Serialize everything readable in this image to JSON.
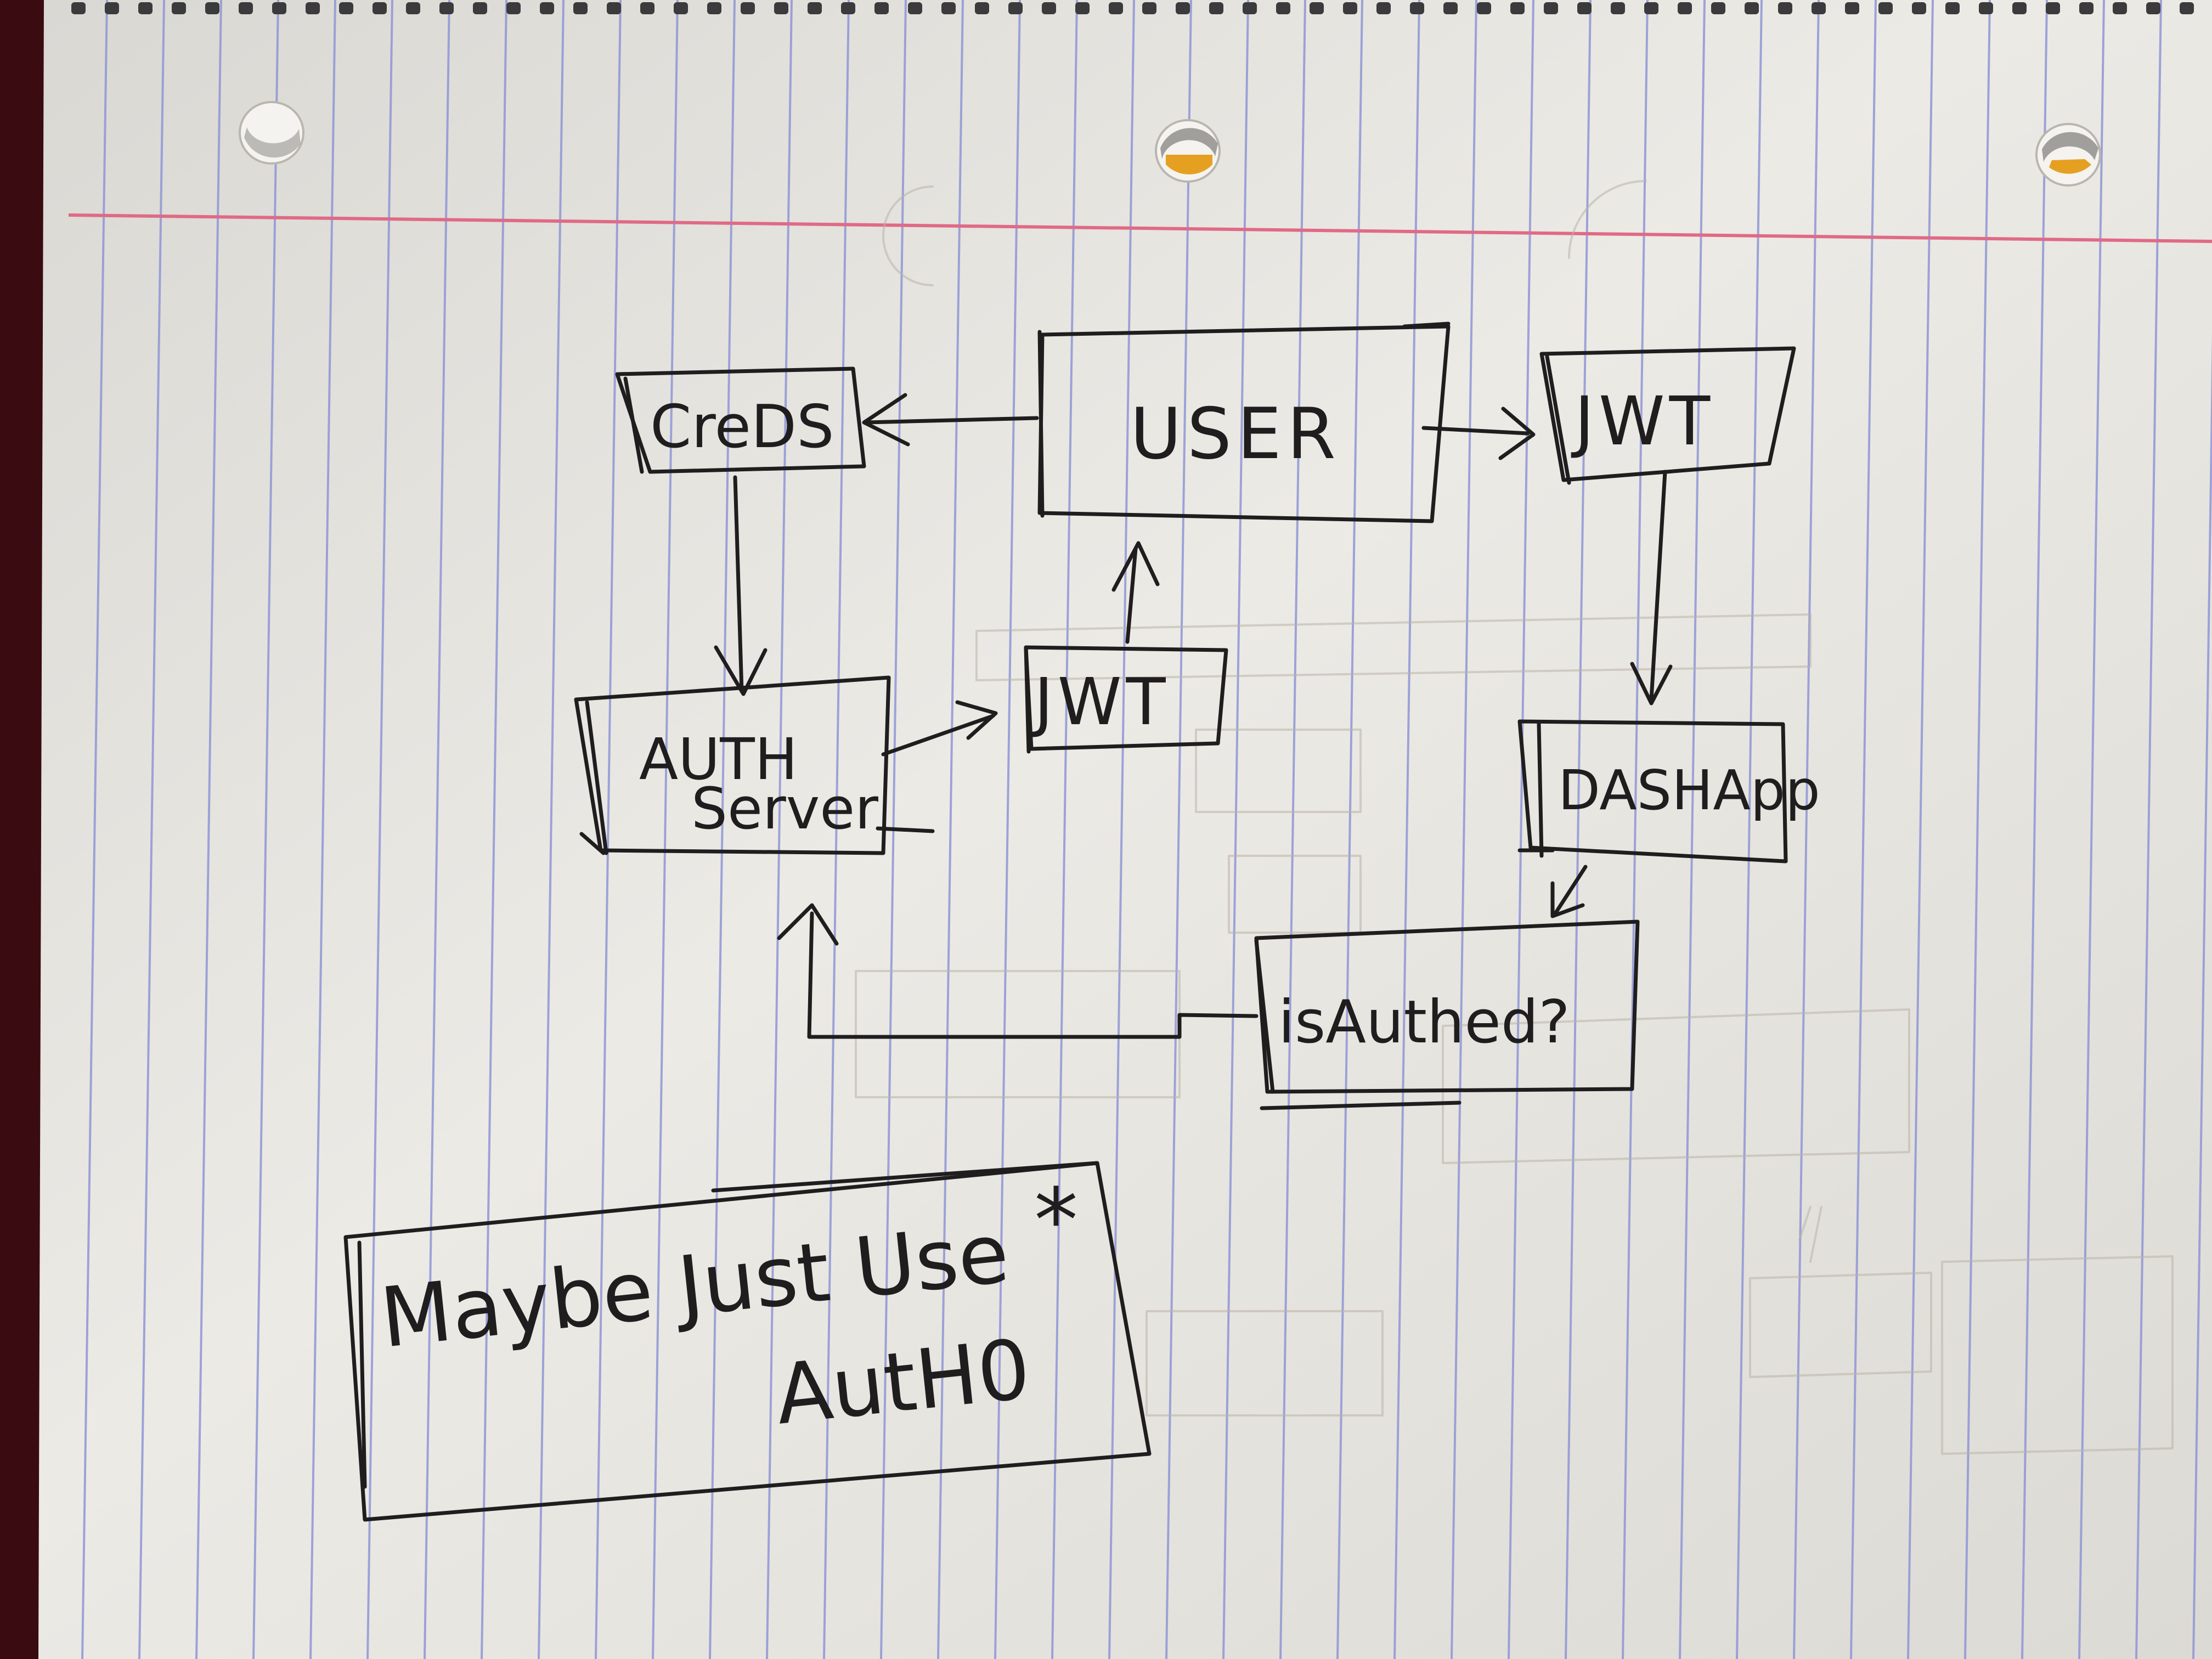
{
  "nodes": {
    "creds": "CreDS",
    "user": "USER",
    "jwt_right": "JWT",
    "jwt_middle": "JWT",
    "auth_server_line1": "AUTH",
    "auth_server_line2": "Server",
    "dashapp": "DASHApp",
    "isauthed": "isAuthed?"
  },
  "note": {
    "line1": "Maybe Just Use",
    "line2": "AutH0",
    "star": "*"
  },
  "colors": {
    "ink": "#1f1d1e",
    "paper": "#e8e6e0",
    "rule_blue": "#8f96d6",
    "margin_red": "#e06a86"
  }
}
